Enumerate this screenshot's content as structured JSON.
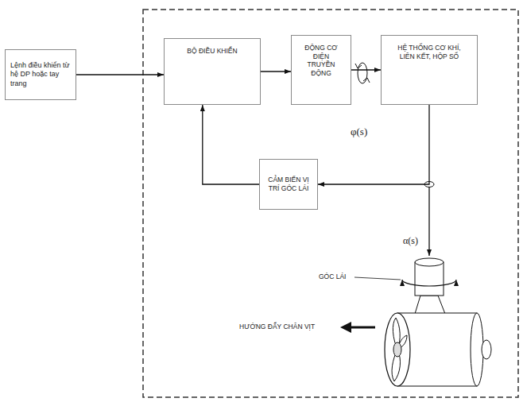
{
  "diagram": {
    "nodes": [
      {
        "text": [
          "Lệnh điều khiển từ hệ DP hoặc tay trang"
        ]
      },
      {
        "text": [
          "BỘ ĐIỀU KHIỂN"
        ]
      },
      {
        "text": [
          "ĐỘNG CƠ ĐIỆN TRUYỀN ĐỘNG"
        ]
      },
      {
        "text": [
          "HỆ THỐNG CƠ KHÍ, LIÊN KẾT, HỘP SỐ"
        ]
      },
      {
        "text": [
          "CẢM BIẾN VỊ TRÍ GÓC LÁI"
        ]
      }
    ],
    "edges": [
      {
        "from": 0,
        "to": 1,
        "arrow": "to"
      },
      {
        "from": 1,
        "to": 2,
        "arrow": "to"
      },
      {
        "from": 2,
        "to": 3,
        "arrow": "to"
      },
      {
        "from": 3,
        "to": 4,
        "arrow": "to"
      },
      {
        "from": 4,
        "to": 1,
        "arrow": "to"
      }
    ],
    "labels": [
      "φ(s)",
      "α(s)",
      "GÓC LÁI",
      "HƯỚNG ĐẨY CHÂN VỊT"
    ]
  }
}
